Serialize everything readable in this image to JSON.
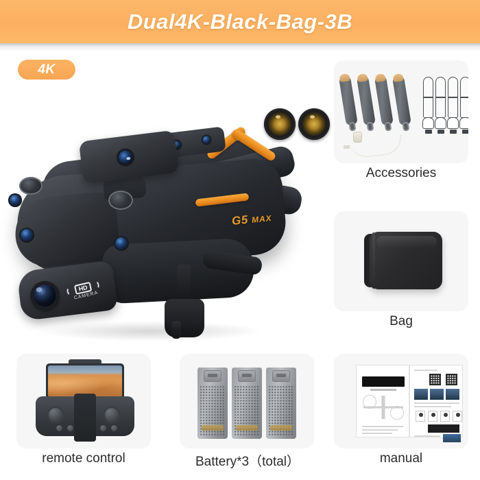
{
  "header": {
    "title": "Dual4K-Black-Bag-3B",
    "background_color": "#fcb263",
    "text_color": "#fffdf7"
  },
  "badge": {
    "label": "4K",
    "background_color": "#fcb263"
  },
  "product": {
    "model_logo": "G5",
    "model_logo_suffix": "MAX",
    "camera_badge": "HD",
    "camera_badge_text": "CAMERA",
    "accent_color": "#eb9c2a"
  },
  "panels": [
    {
      "id": "accessories",
      "label": "Accessories",
      "icon": "propellers-guards-cable-icon"
    },
    {
      "id": "bag",
      "label": "Bag",
      "icon": "carry-case-icon"
    },
    {
      "id": "remote",
      "label": "remote control",
      "icon": "remote-controller-icon"
    },
    {
      "id": "battery",
      "label": "Battery*3（total）",
      "icon": "battery-icon"
    },
    {
      "id": "manual",
      "label": "manual",
      "icon": "manual-booklet-icon"
    }
  ]
}
